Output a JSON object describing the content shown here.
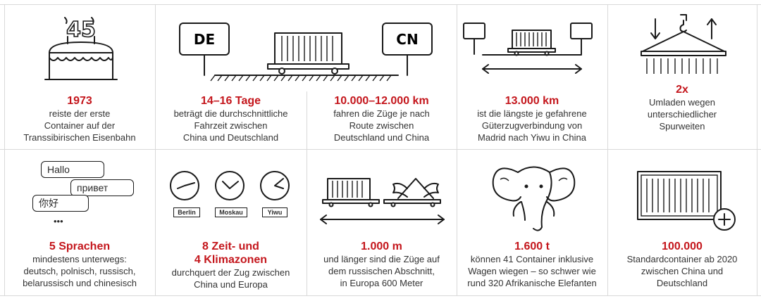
{
  "row1": [
    {
      "stat": "1973",
      "desc": [
        "reiste der erste",
        "Container auf der",
        "Transsibirischen Eisenbahn"
      ],
      "icon": "birthday-cake-icon",
      "cake_number": "45"
    },
    {
      "stat": "14–16 Tage",
      "desc": [
        "beträgt die durchschnittliche",
        "Fahrzeit zwischen",
        "China und Deutschland"
      ],
      "icon": "train-between-signs-icon",
      "sign_left": "DE",
      "sign_right": "CN"
    },
    {
      "stat": "10.000–12.000 km",
      "desc": [
        "fahren die Züge je nach",
        "Route zwischen",
        "Deutschland und China"
      ]
    },
    {
      "stat": "13.000 km",
      "desc": [
        "ist die längste je gefahrene",
        "Güterzugverbindung von",
        "Madrid nach Yiwu in China"
      ],
      "icon": "long-route-train-icon"
    },
    {
      "stat": "2x",
      "desc": [
        "Umladen wegen",
        "unterschiedlicher",
        "Spurweiten"
      ],
      "icon": "crane-container-icon"
    }
  ],
  "row2": [
    {
      "stat": "5 Sprachen",
      "desc": [
        "mindestens unterwegs:",
        "deutsch, polnisch, russisch,",
        "belarussisch und chinesisch"
      ],
      "icon": "speech-bubbles-icon",
      "bubbles": [
        "Hallo",
        "привет",
        "你好"
      ],
      "dots": "•••"
    },
    {
      "stat_lines": [
        "8 Zeit- und",
        "4 Klimazonen"
      ],
      "desc": [
        "durchquert der Zug zwischen",
        "China und Europa"
      ],
      "icon": "clocks-icon",
      "clocks": [
        "Berlin",
        "Moskau",
        "Yiwu"
      ]
    },
    {
      "stat": "1.000 m",
      "desc": [
        "und länger sind die Züge auf",
        "dem russischen Abschnitt,",
        "in Europa 600 Meter"
      ],
      "icon": "train-with-flags-icon"
    },
    {
      "stat": "1.600 t",
      "desc": [
        "können 41 Container inklusive",
        "Wagen wiegen – so schwer wie",
        "rund 320 Afrikanische Elefanten"
      ],
      "icon": "elephant-icon"
    },
    {
      "stat": "100.000",
      "desc": [
        "Standardcontainer ab 2020",
        "zwischen China und",
        "Deutschland"
      ],
      "icon": "container-plus-icon"
    }
  ]
}
